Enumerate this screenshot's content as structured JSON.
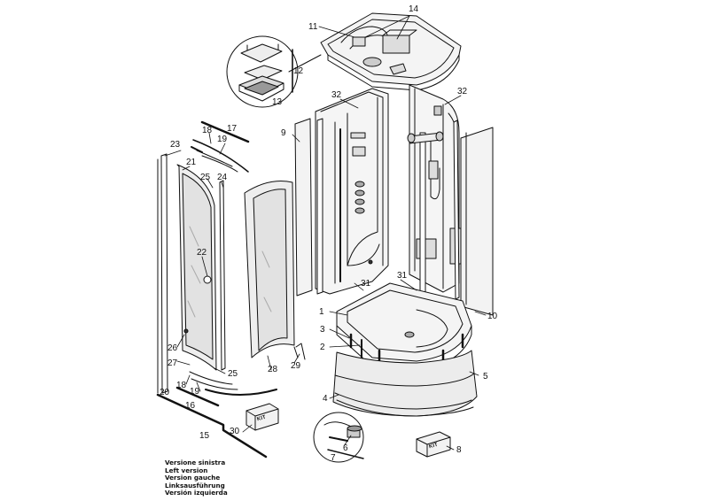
{
  "callouts": [
    {
      "id": "c1",
      "text": "1"
    },
    {
      "id": "c2",
      "text": "2"
    },
    {
      "id": "c3",
      "text": "3"
    },
    {
      "id": "c4",
      "text": "4"
    },
    {
      "id": "c5",
      "text": "5"
    },
    {
      "id": "c6",
      "text": "6"
    },
    {
      "id": "c7",
      "text": "7"
    },
    {
      "id": "c8",
      "text": "8"
    },
    {
      "id": "c9",
      "text": "9"
    },
    {
      "id": "c10",
      "text": "10"
    },
    {
      "id": "c11",
      "text": "11"
    },
    {
      "id": "c12",
      "text": "12"
    },
    {
      "id": "c13",
      "text": "13"
    },
    {
      "id": "c14",
      "text": "14"
    },
    {
      "id": "c15",
      "text": "15"
    },
    {
      "id": "c16",
      "text": "16"
    },
    {
      "id": "c17",
      "text": "17"
    },
    {
      "id": "c18a",
      "text": "18"
    },
    {
      "id": "c18b",
      "text": "18"
    },
    {
      "id": "c19a",
      "text": "19"
    },
    {
      "id": "c19b",
      "text": "19"
    },
    {
      "id": "c20",
      "text": "20"
    },
    {
      "id": "c21",
      "text": "21"
    },
    {
      "id": "c22",
      "text": "22"
    },
    {
      "id": "c23",
      "text": "23"
    },
    {
      "id": "c24",
      "text": "24"
    },
    {
      "id": "c25a",
      "text": "25"
    },
    {
      "id": "c25b",
      "text": "25"
    },
    {
      "id": "c26",
      "text": "26"
    },
    {
      "id": "c27",
      "text": "27"
    },
    {
      "id": "c28",
      "text": "28"
    },
    {
      "id": "c29",
      "text": "29"
    },
    {
      "id": "c30",
      "text": "30"
    },
    {
      "id": "c31a",
      "text": "31"
    },
    {
      "id": "c31b",
      "text": "31"
    },
    {
      "id": "c32a",
      "text": "32"
    },
    {
      "id": "c32b",
      "text": "32"
    }
  ],
  "version_note": [
    "Versione sinistra",
    "Left version",
    "Version gauche",
    "Linksausführung",
    "Versión izquierda"
  ],
  "kit_label": "KIT",
  "colors": {
    "ink": "#111111",
    "panel": "#f2f2f2",
    "glass": "#e8e8e8",
    "shade": "#bdbdbd"
  }
}
